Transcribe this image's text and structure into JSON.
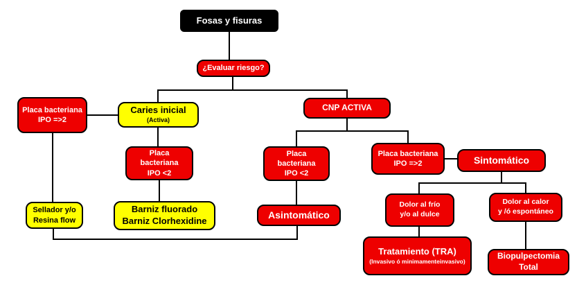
{
  "diagram": {
    "topic": "Fosas y fisuras",
    "colors": {
      "node_red": "#ee0000",
      "node_yellow": "#ffff00",
      "node_black": "#000000",
      "text_on_red": "#ffffff",
      "text_on_yellow": "#000000",
      "connector": "#000000"
    }
  },
  "nodes": {
    "root": {
      "label": "Fosas y fisuras"
    },
    "evaluar": {
      "label": "¿Evaluar riesgo?"
    },
    "placa_izq": {
      "line1": "Placa bacteriana",
      "line2": "IPO =>2"
    },
    "caries": {
      "line1": "Caries inicial",
      "line2": "(Activa)"
    },
    "cnp": {
      "label": "CNP ACTIVA"
    },
    "placa_caries": {
      "line1": "Placa bacteriana",
      "line2": "IPO <2"
    },
    "barniz": {
      "line1": "Barniz fluorado",
      "line2": "Barniz Clorhexidine"
    },
    "sellador": {
      "line1": "Sellador y/o",
      "line2": "Resina flow"
    },
    "placa_cnp_izq": {
      "line1": "Placa bacteriana",
      "line2": "IPO <2"
    },
    "placa_cnp_der": {
      "line1": "Placa bacteriana",
      "line2": "IPO =>2"
    },
    "asintomatico": {
      "label": "Asintomático"
    },
    "sintomatico": {
      "label": "Sintomático"
    },
    "dolor_frio": {
      "line1": "Dolor al frío",
      "line2": "y/o al dulce"
    },
    "dolor_calor": {
      "line1": "Dolor al calor",
      "line2": "y /ó espontáneo"
    },
    "tratamiento": {
      "line1": "Tratamiento  (TRA)",
      "line2": "(Invasivo ó minimamenteinvasivo)"
    },
    "biopulpectomia": {
      "line1": "Biopulpectomia",
      "line2": "Total"
    }
  }
}
